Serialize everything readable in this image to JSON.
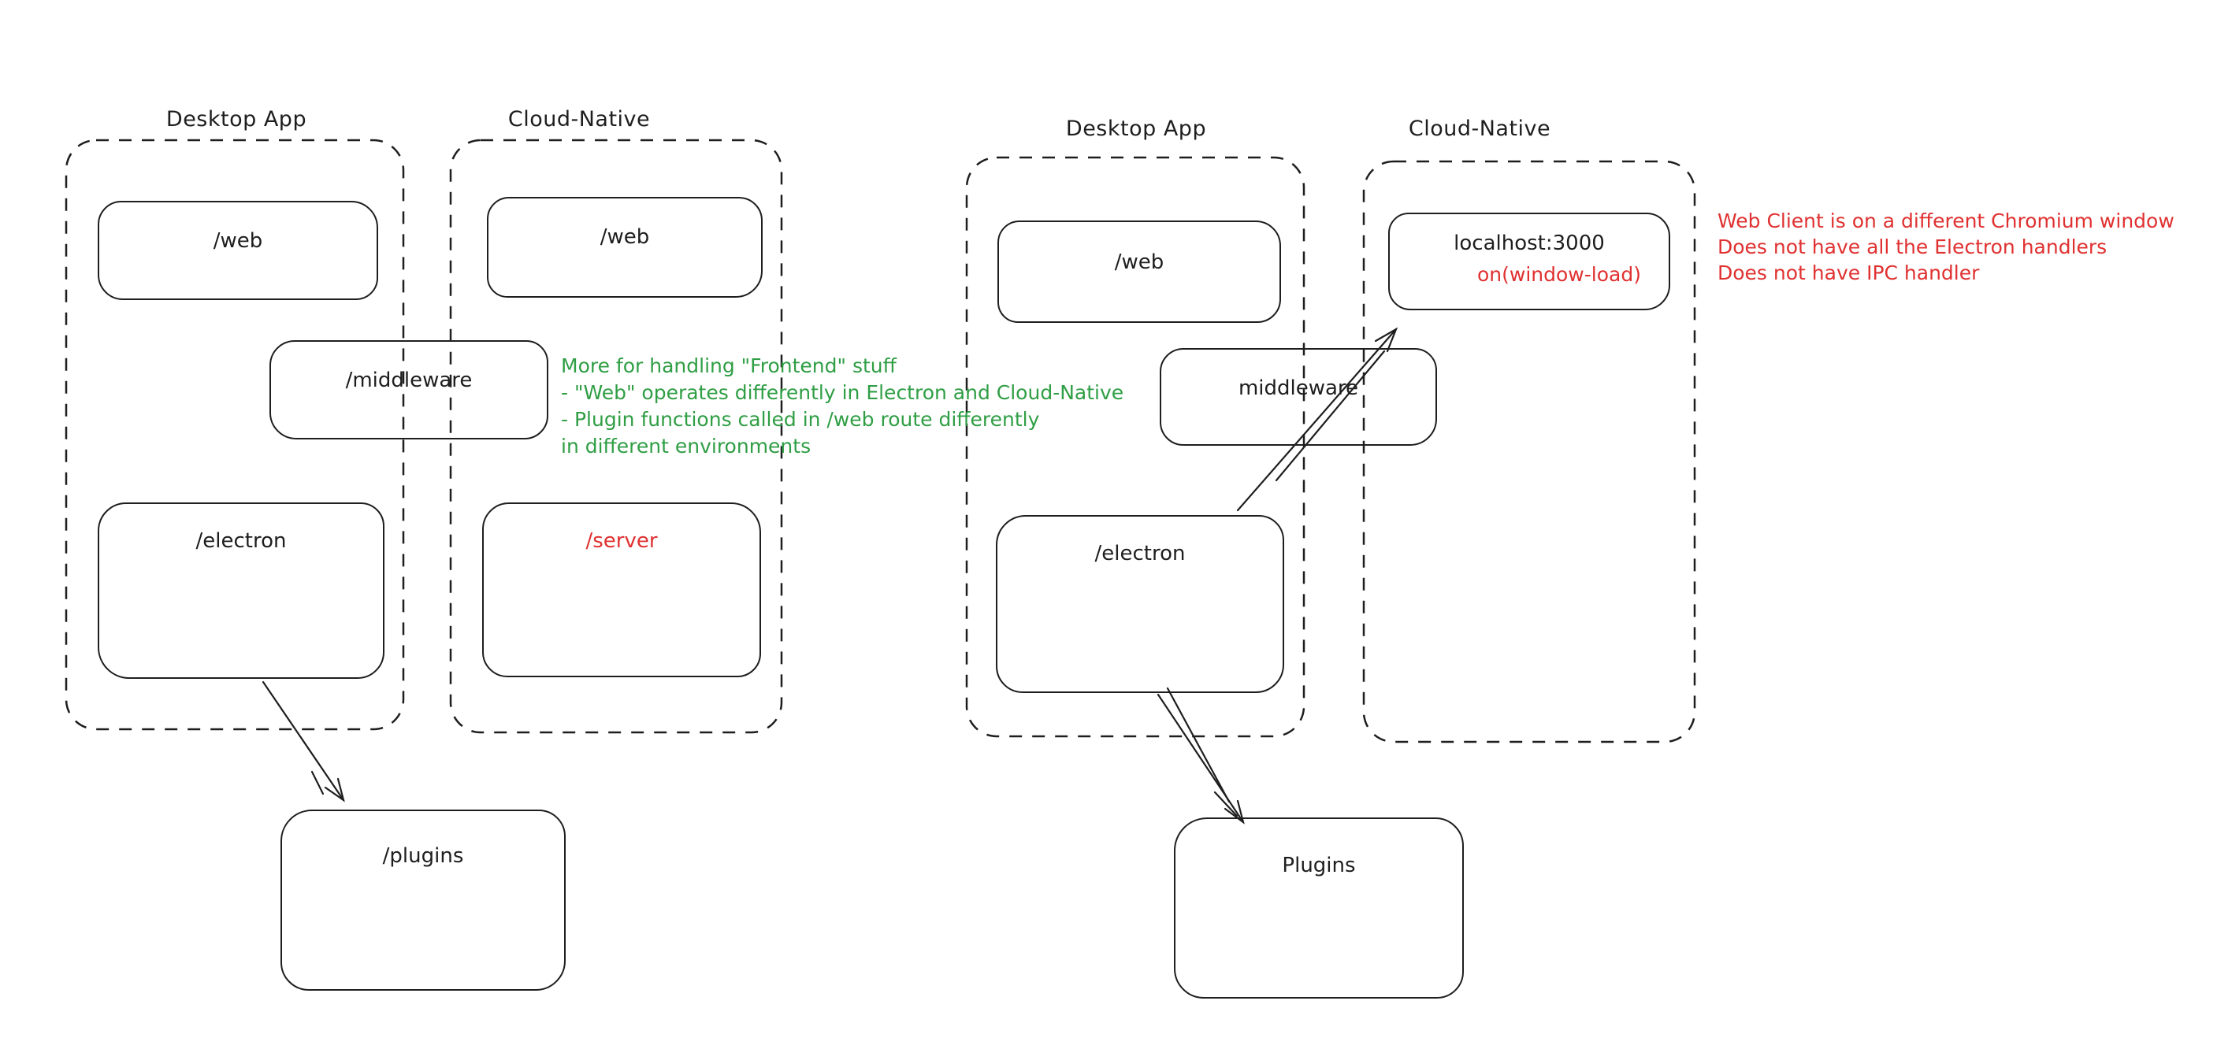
{
  "colors": {
    "stroke": "#1e1e1e",
    "green": "#2f9e44",
    "red": "#e03131",
    "background": "#ffffff"
  },
  "left_diagram": {
    "desktop_label": "Desktop App",
    "cloud_label": "Cloud-Native",
    "boxes": {
      "web_desktop": "/web",
      "web_cloud": "/web",
      "middleware": "/middleware",
      "electron": "/electron",
      "server": "/server",
      "plugins": "/plugins"
    },
    "note_lines": [
      "More for handling \"Frontend\" stuff",
      "- \"Web\" operates differently in Electron and Cloud-Native",
      "- Plugin functions called in /web route differently",
      "in different environments"
    ]
  },
  "right_diagram": {
    "desktop_label": "Desktop App",
    "cloud_label": "Cloud-Native",
    "boxes": {
      "web": "/web",
      "localhost_title": "localhost:3000",
      "localhost_subtitle": "on(window-load)",
      "middleware": "middleware",
      "electron": "/electron",
      "plugins": "Plugins"
    },
    "note_lines": [
      "Web Client is on a different Chromium window",
      "Does not have all the Electron handlers",
      "Does not have IPC handler"
    ]
  }
}
